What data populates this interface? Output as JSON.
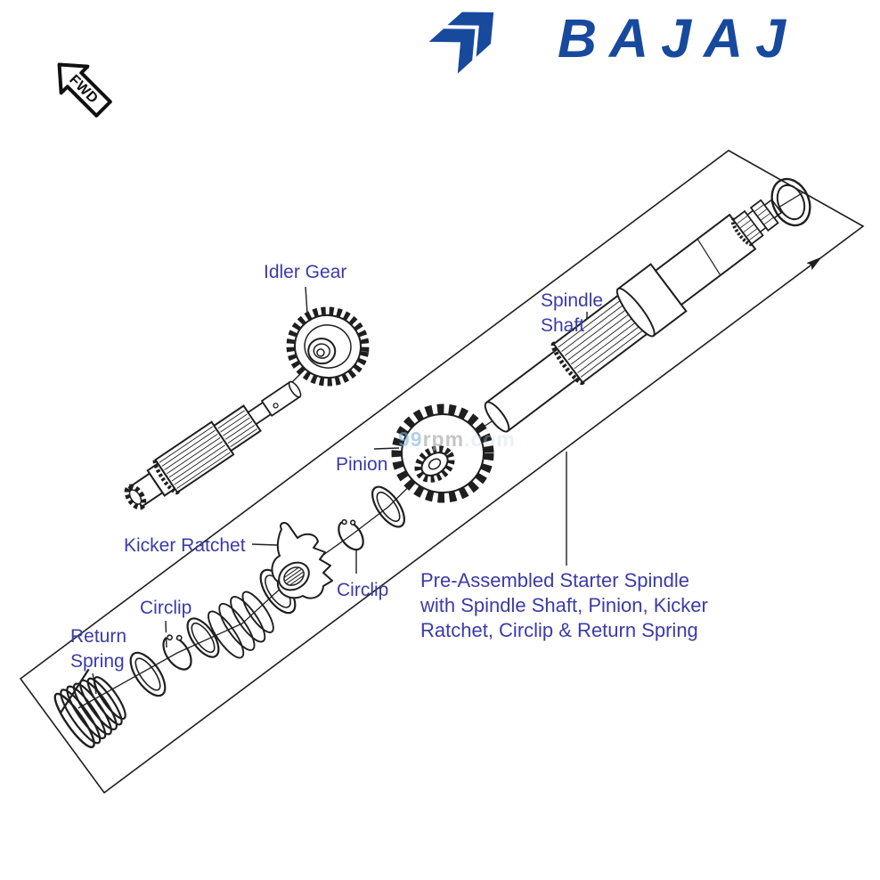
{
  "brand": {
    "wordmark": "BAJAJ"
  },
  "orientation_badge": {
    "label": "FWD"
  },
  "watermark": {
    "prefix": "99",
    "mid": "rpm",
    "suffix": ".com"
  },
  "part_labels": {
    "idler_gear": "Idler Gear",
    "spindle_shaft": [
      "Spindle",
      "Shaft"
    ],
    "pinion": "Pinion",
    "kicker_ratchet": "Kicker Ratchet",
    "circlip_lower": "Circlip",
    "circlip_middle": "Circlip",
    "return_spring": [
      "Return",
      "Spring"
    ]
  },
  "caption": {
    "lines": [
      "Pre-Assembled Starter Spindle",
      "with Spindle Shaft, Pinion, Kicker",
      "Ratchet, Circlip & Return Spring"
    ]
  },
  "colors": {
    "brand_blue": "#17499d",
    "label_blue": "#3b3ba8",
    "line_art": "#1f1f1f",
    "watermark_blue": "#7fb2dc",
    "watermark_gray": "#9f9f9f",
    "watermark_light_blue": "#bcd4ea"
  }
}
